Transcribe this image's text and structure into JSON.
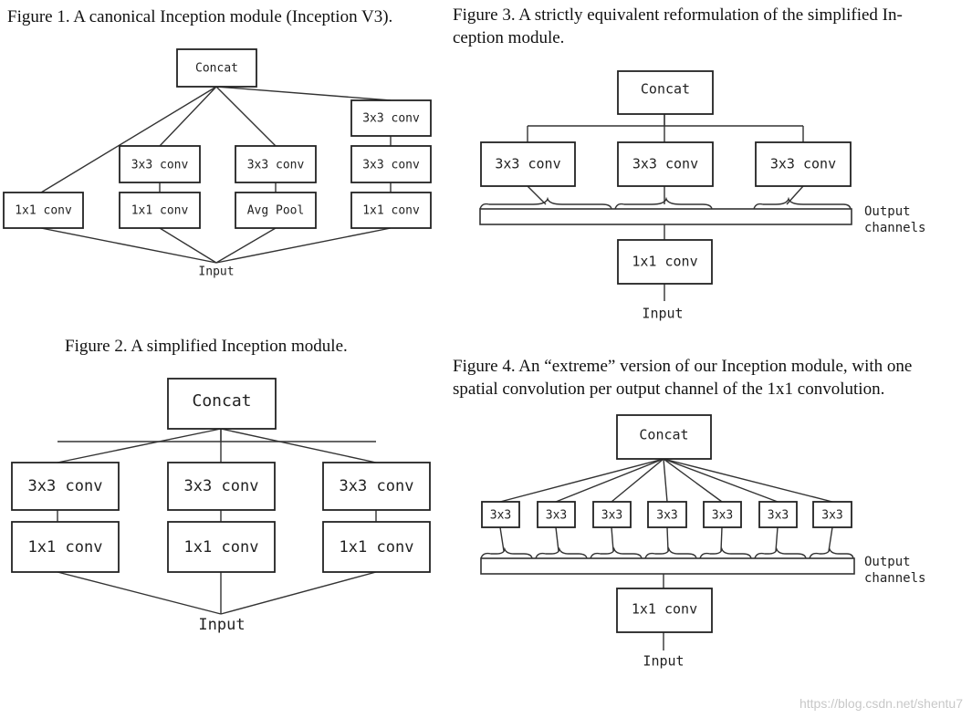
{
  "figures": {
    "fig1": {
      "caption": "Figure 1. A canonical Inception module (Inception V3).",
      "concat": "Concat",
      "input": "Input",
      "branch1": {
        "bottom": "1x1 conv"
      },
      "branch2": {
        "bottom": "1x1 conv",
        "top": "3x3 conv"
      },
      "branch3": {
        "bottom": "Avg Pool",
        "top": "3x3 conv"
      },
      "branch4": {
        "bottom": "1x1 conv",
        "middle": "3x3 conv",
        "top": "3x3 conv"
      }
    },
    "fig2": {
      "caption": "Figure 2. A simplified Inception module.",
      "concat": "Concat",
      "input": "Input",
      "branches": [
        {
          "top": "3x3 conv",
          "bottom": "1x1 conv"
        },
        {
          "top": "3x3 conv",
          "bottom": "1x1 conv"
        },
        {
          "top": "3x3 conv",
          "bottom": "1x1 conv"
        }
      ]
    },
    "fig3": {
      "caption_line1": "Figure 3. A strictly equivalent reformulation of the simplified In-",
      "caption_line2": "ception module.",
      "concat": "Concat",
      "convs": [
        "3x3 conv",
        "3x3 conv",
        "3x3 conv"
      ],
      "output_line1": "Output",
      "output_line2": "channels",
      "pointwise": "1x1 conv",
      "input": "Input"
    },
    "fig4": {
      "caption_line1": "Figure 4. An “extreme” version of our Inception module, with one",
      "caption_line2": "spatial convolution per output channel of the 1x1 convolution.",
      "concat": "Concat",
      "convs": [
        "3x3",
        "3x3",
        "3x3",
        "3x3",
        "3x3",
        "3x3",
        "3x3"
      ],
      "output_line1": "Output",
      "output_line2": "channels",
      "pointwise": "1x1 conv",
      "input": "Input"
    }
  },
  "watermark": "https://blog.csdn.net/shentu7"
}
